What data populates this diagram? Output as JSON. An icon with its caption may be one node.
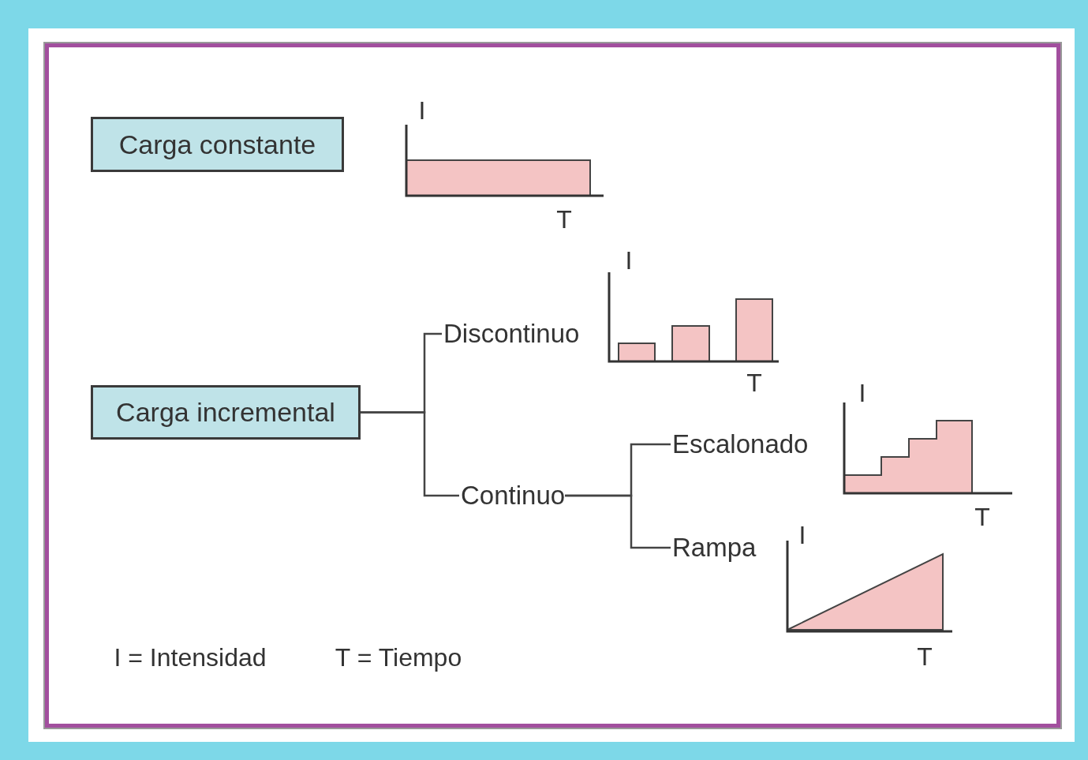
{
  "diagram": {
    "nodes": [
      {
        "text": [
          "Carga constante"
        ]
      },
      {
        "text": [
          "Carga incremental"
        ]
      },
      {
        "text": [
          "Discontinuo"
        ]
      },
      {
        "text": [
          "Continuo"
        ]
      },
      {
        "text": [
          "Escalonado"
        ]
      },
      {
        "text": [
          "Rampa"
        ]
      }
    ],
    "edges": [
      {
        "from": 1,
        "to": 2,
        "arrow": "none"
      },
      {
        "from": 1,
        "to": 3,
        "arrow": "none"
      },
      {
        "from": 3,
        "to": 4,
        "arrow": "none"
      },
      {
        "from": 3,
        "to": 5,
        "arrow": "none"
      }
    ],
    "labels": [
      "I",
      "T",
      "I",
      "T",
      "I",
      "T",
      "I",
      "T",
      "I = Intensidad",
      "T = Tiempo"
    ]
  }
}
